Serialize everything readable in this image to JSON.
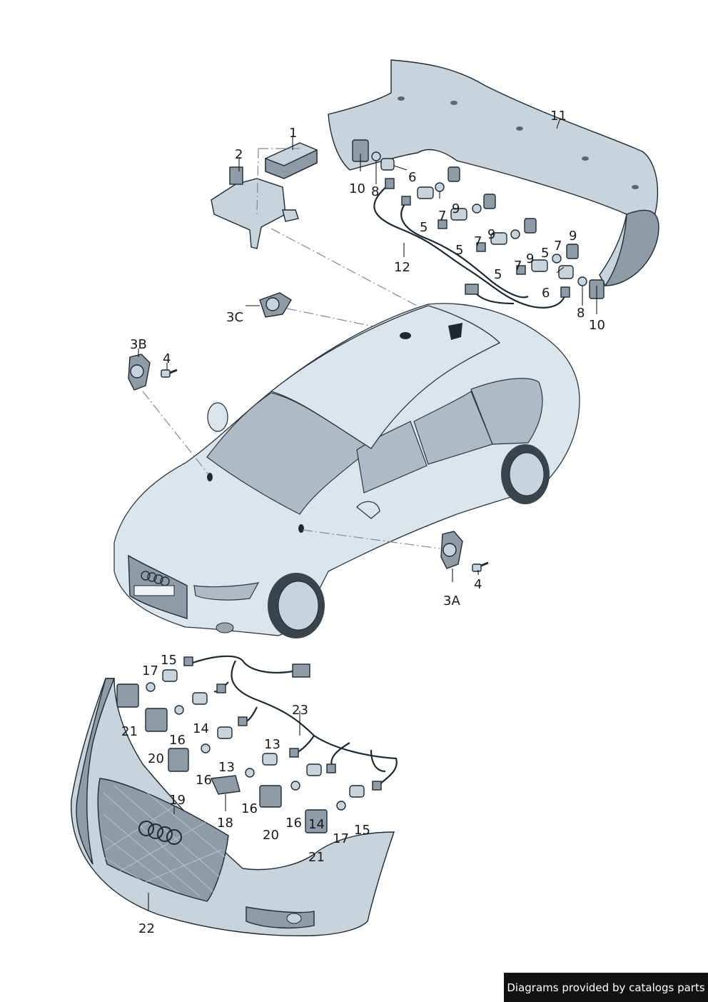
{
  "labels": {
    "l1": "1",
    "l2": "2",
    "l3A": "3A",
    "l3B": "3B",
    "l3C": "3C",
    "l4": "4",
    "l5": "5",
    "l6": "6",
    "l7": "7",
    "l8": "8",
    "l9": "9",
    "l10": "10",
    "l11": "11",
    "l12": "12",
    "l13": "13",
    "l14": "14",
    "l15": "15",
    "l16": "16",
    "l17": "17",
    "l18": "18",
    "l19": "19",
    "l20": "20",
    "l21": "21",
    "l22": "22",
    "l23": "23"
  },
  "credit": "Diagrams provided by catalogs parts"
}
